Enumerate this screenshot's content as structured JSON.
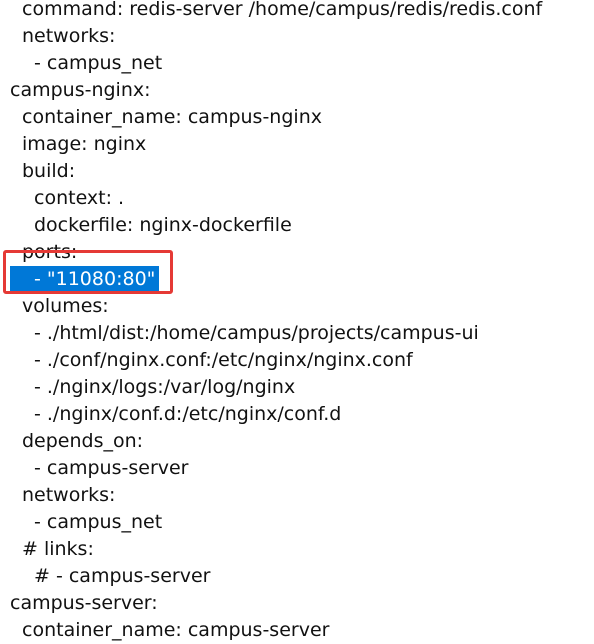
{
  "editor": {
    "lines": [
      "command: redis-server /home/campus/redis/redis.conf",
      "networks:",
      "- campus_net",
      "campus-nginx:",
      "container_name: campus-nginx",
      "image: nginx",
      "build:",
      "context: .",
      "dockerfile: nginx-dockerfile",
      "ports:",
      "- \"11080:80\"",
      "volumes:",
      "- ./html/dist:/home/campus/projects/campus-ui",
      "- ./conf/nginx.conf:/etc/nginx/nginx.conf",
      "- ./nginx/logs:/var/log/nginx",
      "- ./nginx/conf.d:/etc/nginx/conf.d",
      "depends_on:",
      "- campus-server",
      "networks:",
      "- campus_net",
      "# links:",
      "# - campus-server",
      "campus-server:",
      "container_name: campus-server"
    ],
    "selection_color": "#0078d7",
    "annotation_color": "#e53935"
  }
}
